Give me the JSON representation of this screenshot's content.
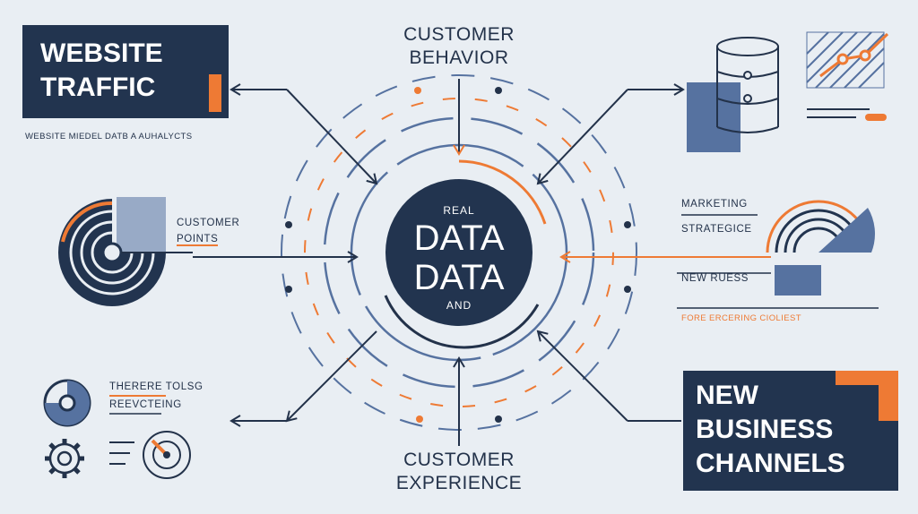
{
  "colors": {
    "navy": "#22344f",
    "orange": "#ee7a34",
    "steel": "#5672a0",
    "background": "#e9eef3"
  },
  "website_traffic": {
    "title_line1": "WEBSITE",
    "title_line2": "TRAFFIC",
    "caption": "WEBSITE MIEDEL DATB A AUHALYCTS"
  },
  "customer_behavior": {
    "line1": "CUSTOMER",
    "line2": "BEHAVIOR"
  },
  "customer_points": {
    "line1": "CUSTOMER",
    "line2": "POINTS"
  },
  "center": {
    "top": "REAL",
    "line1": "DATA",
    "line2": "DATA",
    "bottom": "AND"
  },
  "marketing": {
    "line1": "MARKETING",
    "line2": "STRATEGICE",
    "item": "NEW RUESS",
    "caption": "FORE ERCERING CIOLIEST"
  },
  "bottom_left": {
    "line1": "THERERE TOLSG",
    "line2": "REEVCTEING"
  },
  "customer_experience": {
    "line1": "CUSTOMER",
    "line2": "EXPERIENCE"
  },
  "new_business": {
    "line1": "NEW",
    "line2": "BUSINESS",
    "line3": "CHANNELS"
  },
  "icons": [
    "database-icon",
    "growth-chart-icon",
    "radar-left-icon",
    "radar-right-icon",
    "pie-chart-icon",
    "gear-icon",
    "target-icon"
  ]
}
